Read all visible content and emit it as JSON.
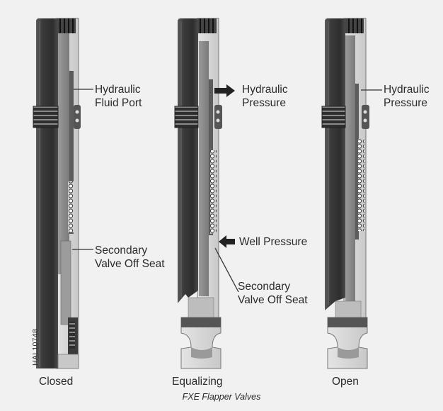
{
  "figure": {
    "caption": "FXE Flapper Valves",
    "drawing_id": "HAL10748"
  },
  "panels": [
    {
      "state": "Closed",
      "callouts": [
        {
          "line1": "Hydraulic",
          "line2": "Fluid Port"
        },
        {
          "line1": "Secondary",
          "line2": "Valve Off Seat"
        }
      ]
    },
    {
      "state": "Equalizing",
      "callouts": [
        {
          "line1": "Hydraulic",
          "line2": "Pressure"
        },
        {
          "line1": "Well Pressure"
        },
        {
          "line1": "Secondary",
          "line2": "Valve Off Seat"
        }
      ]
    },
    {
      "state": "Open",
      "callouts": [
        {
          "line1": "Hydraulic",
          "line2": "Pressure"
        }
      ]
    }
  ],
  "colors": {
    "background": "#f1f1f1",
    "housing_dark": "#3c3c3c",
    "housing_mid": "#8a8a8a",
    "housing_light": "#d6d6d6",
    "text": "#2b2b2b"
  }
}
